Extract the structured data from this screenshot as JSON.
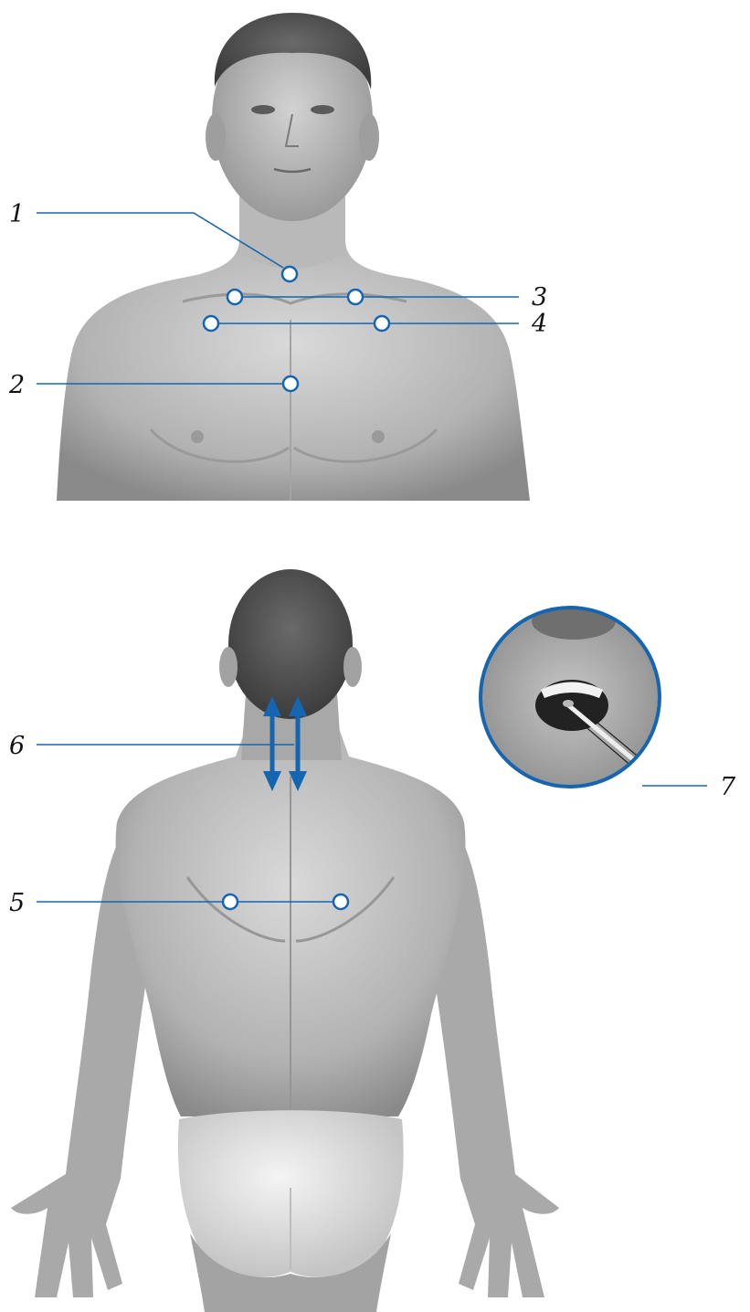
{
  "colors": {
    "accent": "#1565b0",
    "skin_light": "#d6d6d6",
    "skin_mid": "#aeaeae",
    "skin_dark": "#7a7a7a",
    "hair": "#4a4a4a"
  },
  "labels": {
    "l1": "1",
    "l2": "2",
    "l3": "3",
    "l4": "4",
    "l5": "5",
    "l6": "6",
    "l7": "7"
  }
}
